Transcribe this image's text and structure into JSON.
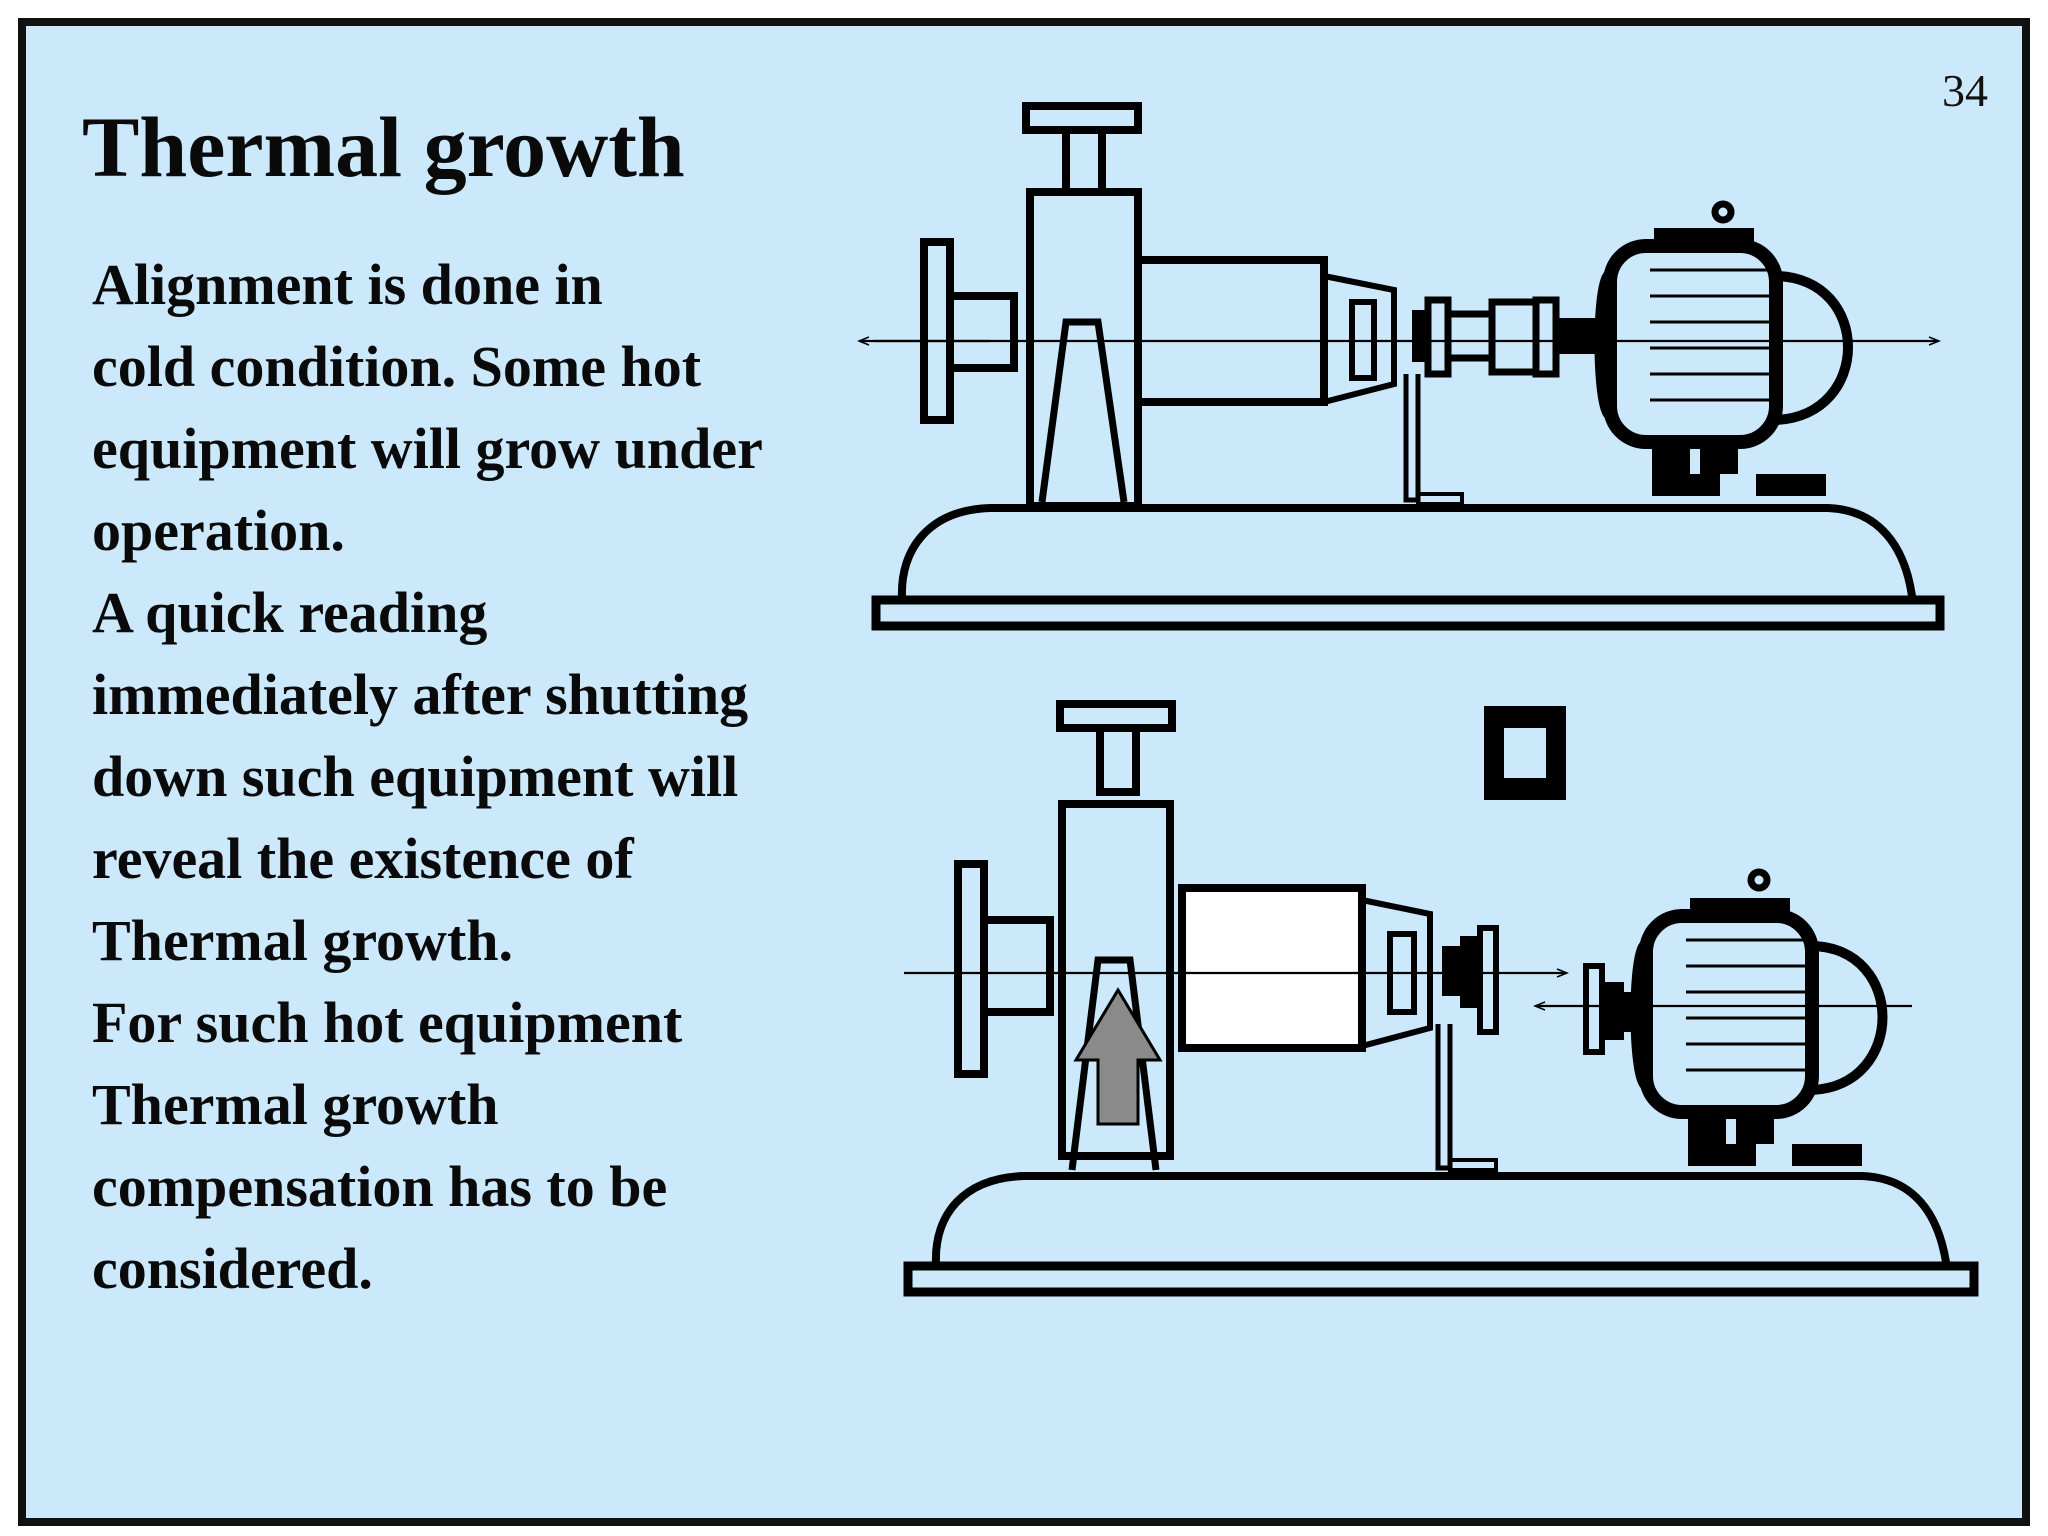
{
  "slide": {
    "page_number": "34",
    "title": "Thermal growth",
    "body_lines": [
      "Alignment is done in",
      "cold condition. Some hot",
      "equipment will grow under",
      "operation.",
      "A quick reading",
      "immediately after shutting",
      "down such equipment will",
      "reveal the existence of",
      "Thermal growth.",
      "For such hot equipment",
      "Thermal growth",
      "compensation has to be",
      "considered."
    ]
  },
  "diagrams": [
    {
      "state": "cold-aligned",
      "colors": {
        "background": "#cce9fb",
        "outline": "#000000"
      }
    },
    {
      "state": "hot-thermal-growth",
      "colors": {
        "background": "#cce9fb",
        "outline": "#000000",
        "growth_arrow": "#8a8a8a",
        "bearing_housing_fill": "#ffffff"
      }
    }
  ]
}
